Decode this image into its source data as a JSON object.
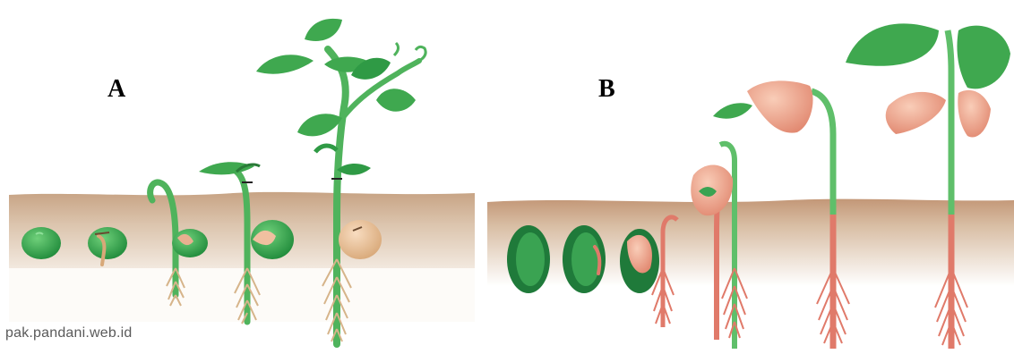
{
  "panels": [
    {
      "id": "A",
      "label": "A"
    },
    {
      "id": "B",
      "label": "B"
    }
  ],
  "watermark": "pak.pandani.web.id",
  "colors": {
    "soil": "#c9a98a",
    "soil_light": "#e9dccf",
    "leaf": "#3fa84f",
    "leaf_dark": "#2a7a38",
    "stem": "#5fbf6a",
    "root_pale": "#d9b98f",
    "root_pink": "#e07a6a",
    "cotyledon_pink": "#f0a890",
    "seed_green": "#2e9a45"
  }
}
